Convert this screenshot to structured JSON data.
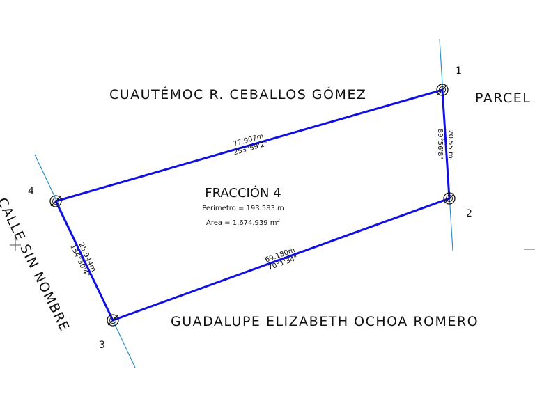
{
  "neighbors": {
    "north": "CUAUTÉMOC R. CEBALLOS GÓMEZ",
    "east": "PARCEL",
    "south": "GUADALUPE ELIZABETH OCHOA ROMERO",
    "west": "CALLE SIN NOMBRE"
  },
  "parcel": {
    "title": "FRACCIÓN 4",
    "perimeter": "Perímetro = 193.583 m",
    "area_prefix": "Área = 1,674.939 m",
    "area_sup": "2"
  },
  "vertices": [
    "1",
    "2",
    "3",
    "4"
  ],
  "sides": {
    "s4_1": {
      "distance": "77.907m",
      "bearing": "253°59'2\""
    },
    "s1_2": {
      "distance": "20.55 m",
      "bearing": "89°56'8\""
    },
    "s2_3": {
      "distance": "69.180m",
      "bearing": "70°1'34\""
    },
    "s3_4": {
      "distance": "25.944m",
      "bearing": "154°30'4\""
    }
  },
  "colors": {
    "boundary": "#1010e0",
    "right_of_way": "#2b8fc8",
    "text": "#111111"
  }
}
